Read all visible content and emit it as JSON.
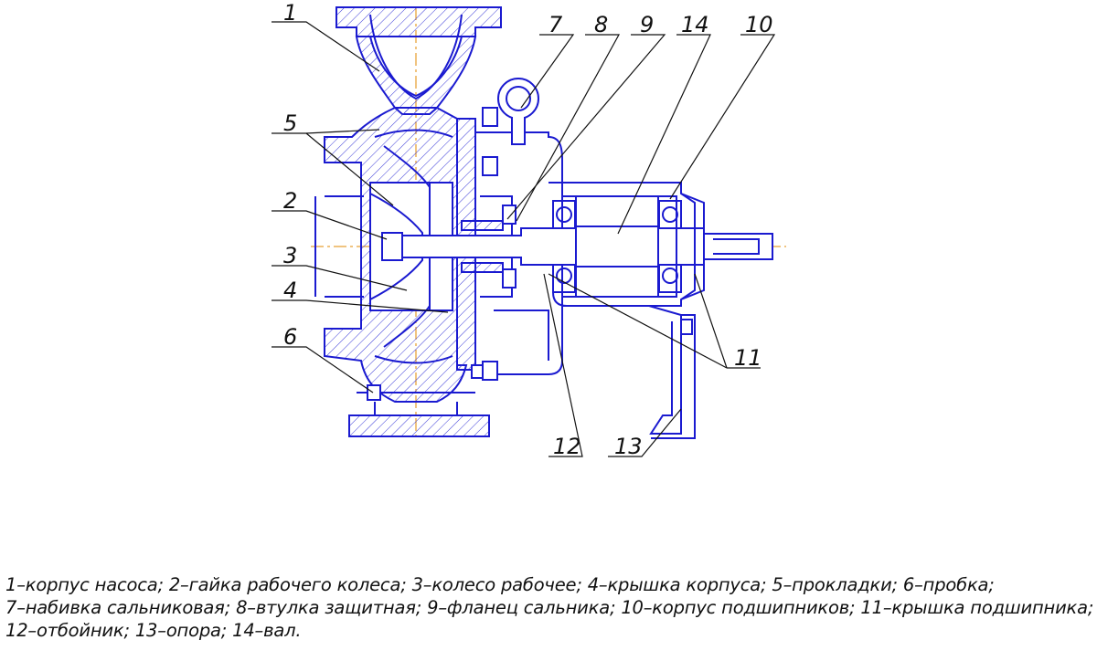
{
  "diagram": {
    "callouts": [
      {
        "id": "1",
        "label": "1"
      },
      {
        "id": "5",
        "label": "5"
      },
      {
        "id": "2",
        "label": "2"
      },
      {
        "id": "3",
        "label": "3"
      },
      {
        "id": "4",
        "label": "4"
      },
      {
        "id": "6",
        "label": "6"
      },
      {
        "id": "7",
        "label": "7"
      },
      {
        "id": "8",
        "label": "8"
      },
      {
        "id": "9",
        "label": "9"
      },
      {
        "id": "14",
        "label": "14"
      },
      {
        "id": "10",
        "label": "10"
      },
      {
        "id": "11",
        "label": "11"
      },
      {
        "id": "12",
        "label": "12"
      },
      {
        "id": "13",
        "label": "13"
      }
    ],
    "colors": {
      "outline": "#1a1ad0",
      "hatch": "#3a3ad8",
      "leader": "#111111",
      "axis": "#e08a00"
    }
  },
  "caption": {
    "line1": "1–корпус насоса; 2–гайка рабочего колеса; 3–колесо рабочее; 4–крышка корпуса; 5–прокладки; 6–пробка;",
    "line2": "7–набивка сальниковая; 8–втулка защитная; 9–фланец сальника; 10–корпус подшипников; 11–крышка подшипника;",
    "line3": "12–отбойник; 13–опора; 14–вал."
  }
}
